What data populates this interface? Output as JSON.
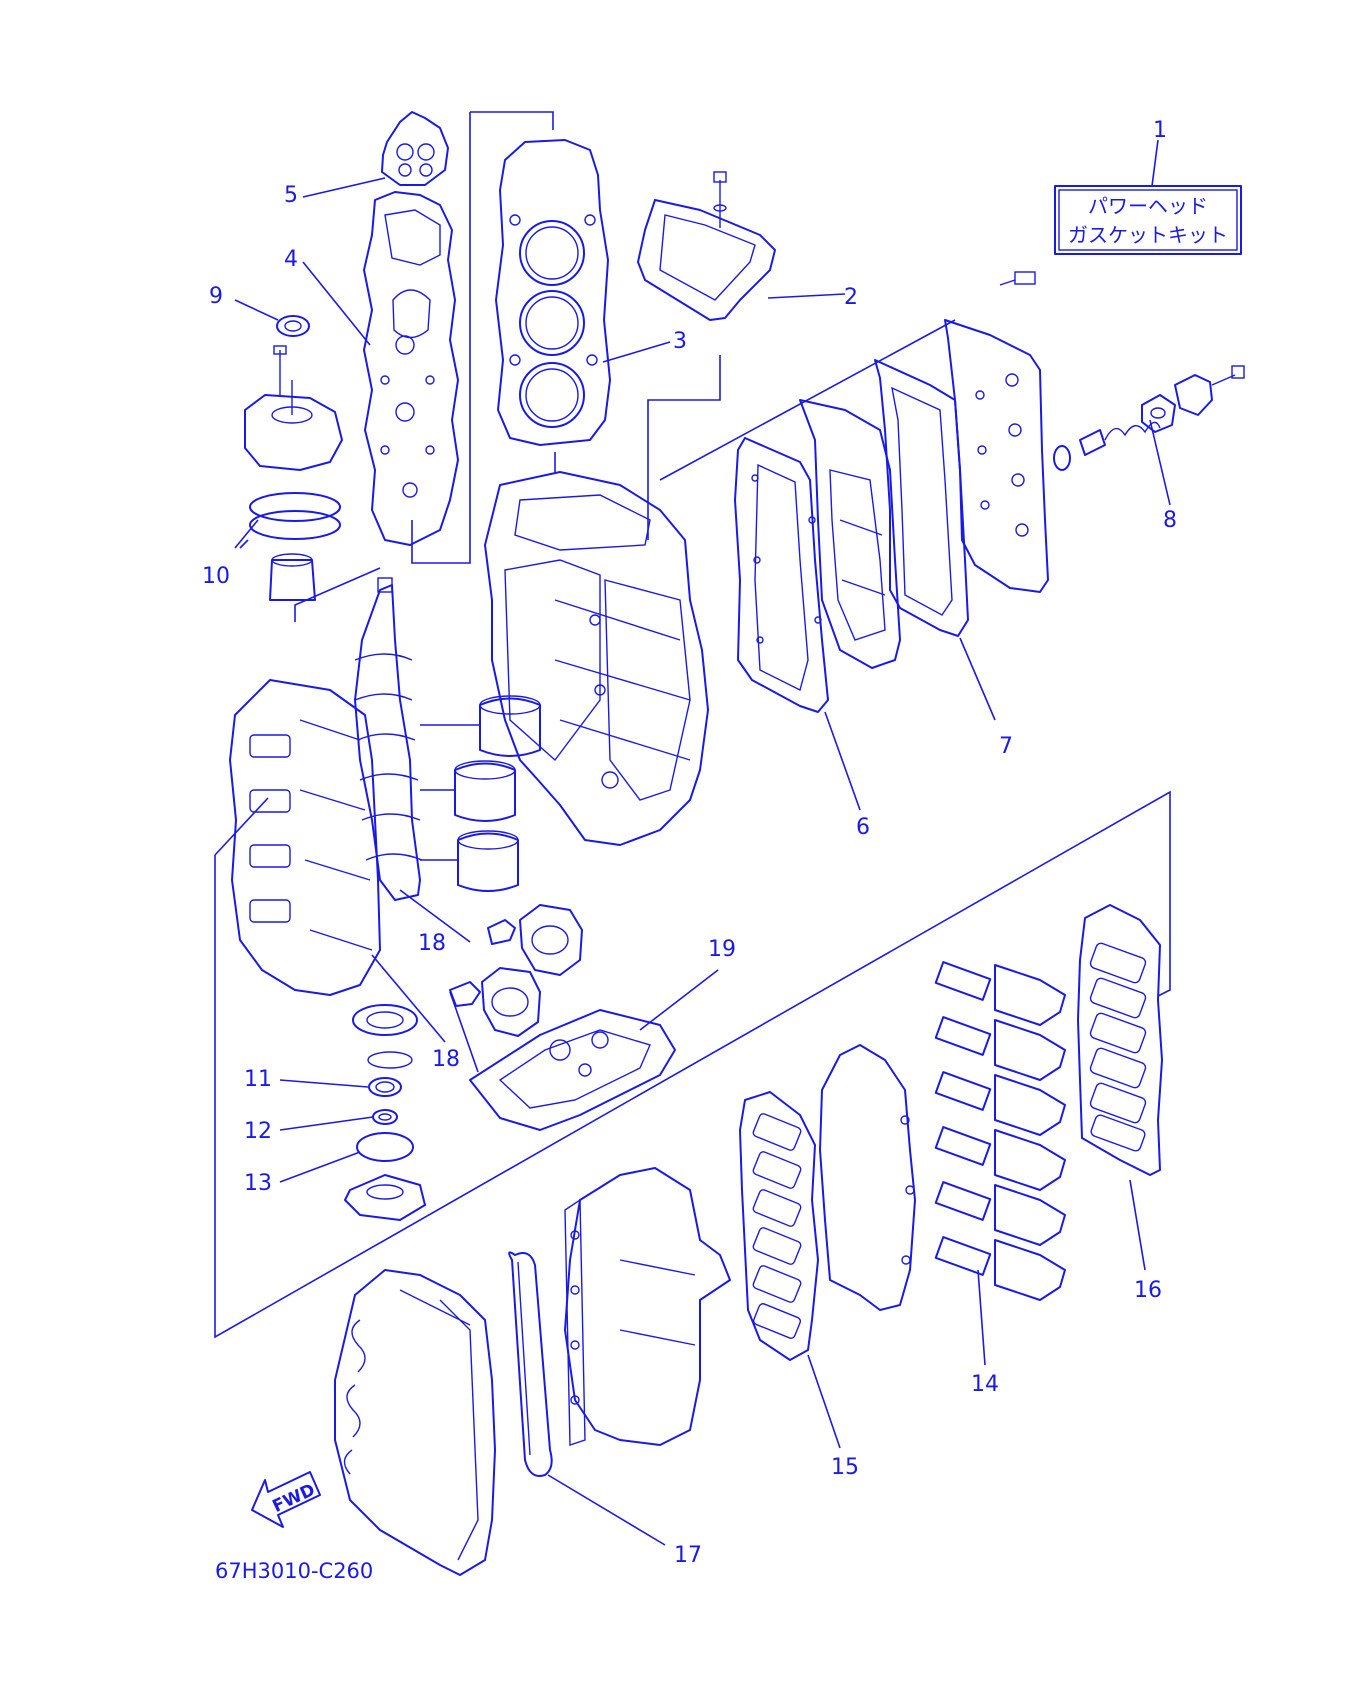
{
  "theme": {
    "line_color": "#1a1ae6",
    "background": "#ffffff"
  },
  "kit": {
    "line1": "パワーヘッド",
    "line2": "ガスケットキット"
  },
  "diagram_code": "67H3010-C260",
  "direction_label": "FWD",
  "callouts": [
    {
      "id": "c1",
      "label": "1"
    },
    {
      "id": "c2",
      "label": "2"
    },
    {
      "id": "c3",
      "label": "3"
    },
    {
      "id": "c4",
      "label": "4"
    },
    {
      "id": "c5",
      "label": "5"
    },
    {
      "id": "c6",
      "label": "6"
    },
    {
      "id": "c7",
      "label": "7"
    },
    {
      "id": "c8",
      "label": "8"
    },
    {
      "id": "c9",
      "label": "9"
    },
    {
      "id": "c10",
      "label": "10"
    },
    {
      "id": "c11",
      "label": "11"
    },
    {
      "id": "c12",
      "label": "12"
    },
    {
      "id": "c13",
      "label": "13"
    },
    {
      "id": "c14",
      "label": "14"
    },
    {
      "id": "c15",
      "label": "15"
    },
    {
      "id": "c16",
      "label": "16"
    },
    {
      "id": "c17",
      "label": "17"
    },
    {
      "id": "c18a",
      "label": "18"
    },
    {
      "id": "c18b",
      "label": "18"
    },
    {
      "id": "c19",
      "label": "19"
    }
  ]
}
